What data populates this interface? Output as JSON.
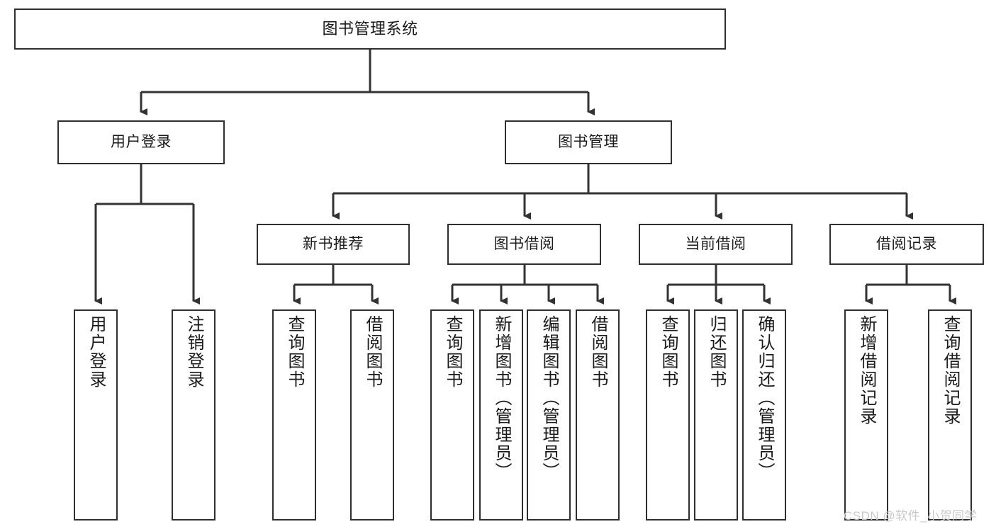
{
  "diagram": {
    "title": "图书管理系统",
    "type": "tree-hierarchy",
    "levels": {
      "root": {
        "label": "图书管理系统"
      },
      "level2": [
        {
          "id": "user-login",
          "label": "用户登录"
        },
        {
          "id": "book-management",
          "label": "图书管理"
        }
      ],
      "level3": [
        {
          "id": "new-book-recommend",
          "label": "新书推荐"
        },
        {
          "id": "book-borrow",
          "label": "图书借阅"
        },
        {
          "id": "current-borrow",
          "label": "当前借阅"
        },
        {
          "id": "borrow-record",
          "label": "借阅记录"
        }
      ],
      "leaves": {
        "user_login": [
          {
            "id": "leaf-user-login",
            "label": "用户登录"
          },
          {
            "id": "leaf-logout-login",
            "label": "注销登录"
          }
        ],
        "new_book_recommend": [
          {
            "id": "leaf-query-book-1",
            "label": "查询图书"
          },
          {
            "id": "leaf-borrow-book-1",
            "label": "借阅图书"
          }
        ],
        "book_borrow": [
          {
            "id": "leaf-query-book-2",
            "label": "查询图书"
          },
          {
            "id": "leaf-add-book",
            "label": "新增图书（管理员）"
          },
          {
            "id": "leaf-edit-book",
            "label": "编辑图书（管理员）"
          },
          {
            "id": "leaf-borrow-book-2",
            "label": "借阅图书"
          }
        ],
        "current_borrow": [
          {
            "id": "leaf-query-book-3",
            "label": "查询图书"
          },
          {
            "id": "leaf-return-book",
            "label": "归还图书"
          },
          {
            "id": "leaf-confirm-return",
            "label": "确认归还（管理员）"
          }
        ],
        "borrow_record": [
          {
            "id": "leaf-add-record",
            "label": "新增借阅记录"
          },
          {
            "id": "leaf-query-record",
            "label": "查询借阅记录"
          }
        ]
      }
    },
    "colors": {
      "border": "#2f2f2f",
      "text": "#1a1a1a",
      "background": "#ffffff",
      "connector": "#333333",
      "watermark": "#c9c9c9"
    }
  },
  "watermark": {
    "text": "CSDN @软件_小贺同学"
  }
}
